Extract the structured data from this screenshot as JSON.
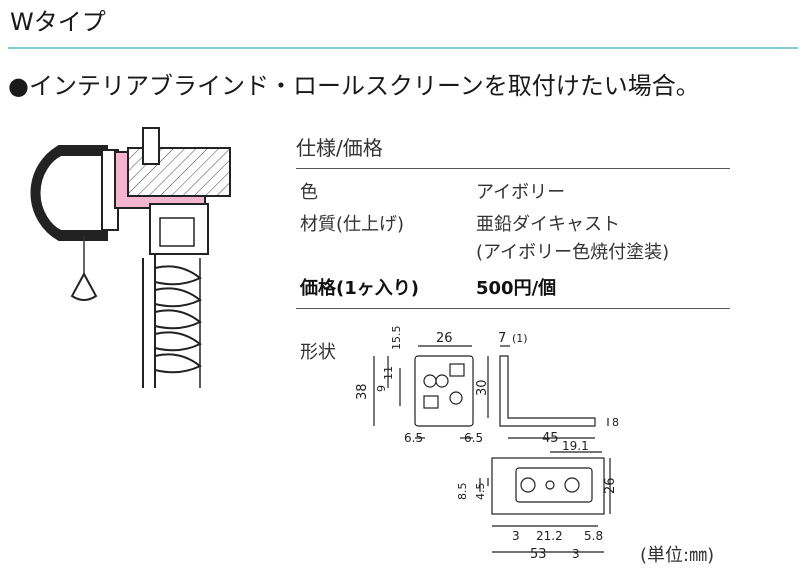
{
  "header": {
    "title": "Wタイプ"
  },
  "lead": {
    "text": "●インテリアブラインド・ロールスクリーンを取付けたい場合。"
  },
  "spec": {
    "title": "仕様/価格",
    "color_label": "色",
    "color_value": "アイボリー",
    "material_label": "材質(仕上げ)",
    "material_value_1": "亜鉛ダイキャスト",
    "material_value_2": "(アイボリー色焼付塗装)",
    "price_label": "価格(1ヶ入り)",
    "price_value": "500円/個"
  },
  "drawing": {
    "shape_label": "形状",
    "unit": "(単位:㎜)",
    "dims": {
      "d26_top": "26",
      "d7": "7",
      "d1": "(1)",
      "d15_5": "15.5",
      "d11": "11",
      "d9": "9",
      "d38": "38",
      "d30": "30",
      "d8": "8",
      "d6_5_left": "6.5",
      "d6_5_right": "6.5",
      "d45": "45",
      "d19_1": "19.1",
      "d8_5": "8.5",
      "d4_5": "4.5",
      "d26_side": "26",
      "d3_left": "3",
      "d21_2": "21.2",
      "d5_8": "5.8",
      "d53": "53",
      "d3_right": "3"
    }
  },
  "colors": {
    "accent_rule": "#7fcfd4",
    "pink_bracket": "#f4b6cf"
  }
}
